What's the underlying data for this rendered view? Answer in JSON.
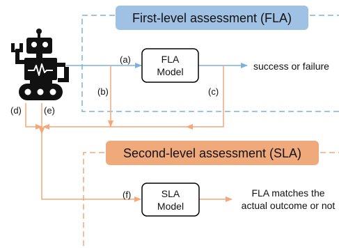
{
  "colors": {
    "fla": "#7fb0dc",
    "fla_banner": "#9fc2e4",
    "sla": "#f2a878",
    "sla_banner": "#f0a97a",
    "robot": "#111111",
    "box_border": "#000000"
  },
  "fla": {
    "banner_label": "First-level assessment (FLA)",
    "model_line1": "FLA",
    "model_line2": "Model",
    "output_label": "success or failure"
  },
  "sla": {
    "banner_label": "Second-level assessment (SLA)",
    "model_line1": "SLA",
    "model_line2": "Model",
    "output_line1": "FLA matches the",
    "output_line2": "actual outcome or not"
  },
  "edges": {
    "a": "(a)",
    "b": "(b)",
    "c": "(c)",
    "d": "(d)",
    "e": "(e)",
    "f": "(f)"
  },
  "icons": {
    "robot": "robot-icon"
  }
}
